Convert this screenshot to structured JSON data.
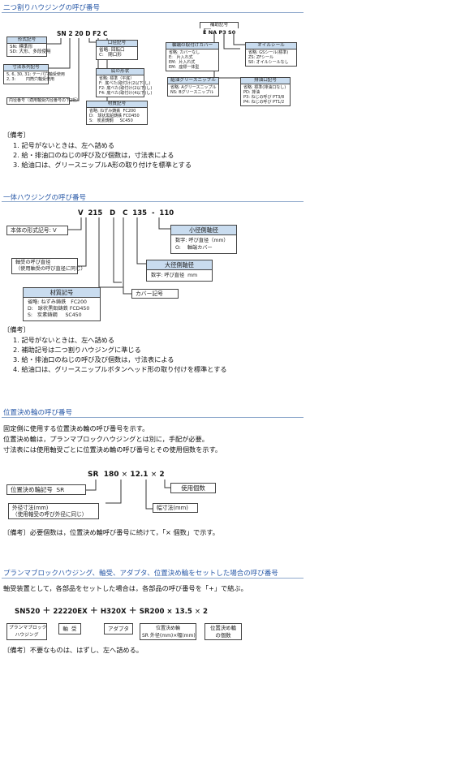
{
  "s1": {
    "title": "二つ割りハウジングの呼び番号",
    "code": [
      "SN",
      "2",
      "20",
      "D",
      "F2",
      "C"
    ],
    "boxes": {
      "type": {
        "hd": "形式記号",
        "bd": "SN: 標準形\nSD: 大形、多段使用"
      },
      "dim": {
        "hd": "寸法系列記号",
        "bd": "5, 6, 30, 31: テーパ穴軸受使用\n2, 3:        円筒穴軸受使用"
      },
      "bore": {
        "hd": "内径番号（適用軸受内径番号の下2桁）"
      },
      "mouth": {
        "hd": "口径記号",
        "bd": "省略: 回転口\nC:   閉口形"
      },
      "bottom": {
        "hd": "底の形状",
        "bd": "省略: 標準（平底）\nF:  底ベた(取付け(2以下)し)\nF2: 底ベた(取付け(2以下)し)\nF4: 底ベた(取付け(4以下)し)"
      },
      "material": {
        "hd": "材質記号",
        "bd": "省略: ねずみ鋳鉄  FC200\nD:   球状黒鉛鋳鉄 FCD450\nS:   炭素鋳鋼     SC450"
      },
      "cover": {
        "hd": "軸端の取付けカバー",
        "bd": "省略: カバーなし\nE:   片入れ式\nEM:  片入れ式\nEM:  座標一体型"
      },
      "grease": {
        "hd": "給油グリースニップル",
        "bd": "省略: Aグリースニップル\nNS: Bグリースニップル"
      },
      "aux": {
        "hd": "補助記号",
        "code": [
          "E",
          "NA",
          "P3",
          "S0"
        ]
      },
      "seal": {
        "hd": "オイルシール",
        "bd": "省略: GSシール(標準)\nZS: ZFシール\nS0: オイルシールなし"
      },
      "drain": {
        "hd": "排油口記号",
        "bd": "省略: 標準(排油口なし)\nPD: 排油\nP3: ねじの呼び PT3/8\nP4: ねじの呼び PT1/2"
      }
    },
    "notes": [
      "〔備考〕",
      "1. 記号がないときは、左へ詰める",
      "2. 給・排油口のねじの呼び及び個数は，寸法表による",
      "3. 給油口は、グリースニップルA形の取り付けを標準とする"
    ]
  },
  "s2": {
    "title": "一体ハウジングの呼び番号",
    "code": [
      "V",
      "215",
      "D",
      "C",
      "135",
      "-",
      "110"
    ],
    "boxes": {
      "small": {
        "hd": "小径側軸径",
        "bd": "数字: 呼び直径（mm）\nO:    軸端カバー"
      },
      "large": {
        "hd": "大径側軸径",
        "bd": "数字: 呼び直径  mm"
      },
      "cover": "カバー記号",
      "type": "本体の形式記号: V",
      "bearing": "軸受の呼び直径\n（使用軸受の呼び直径に同じ）",
      "material": {
        "hd": "材質記号",
        "bd": "省略: ねずみ鋳鉄   FC200\nD:   球状黒鉛鋳鉄 FCD450\nS:   炭素鋳鋼     SC450"
      }
    },
    "notes": [
      "〔備考〕",
      "1. 記号がないときは、左へ詰める",
      "2. 補助記号は二つ割りハウジングに準じる",
      "3. 給・排油口のねじの呼び及び個数は，寸法表による",
      "4. 給油口は、グリースニップルボタンヘッド形の取り付けを標準とする"
    ]
  },
  "s3": {
    "title": "位置決め輪の呼び番号",
    "intro": [
      "固定側に使用する位置決め輪の呼び番号を示す。",
      "位置決め輪は，プランマブロックハウジングとは別に，手配が必要。",
      "寸法表には使用軸受ごとに位置決め輪の呼び番号とその使用個数を示す。"
    ],
    "code": [
      "SR",
      "180",
      "×",
      "12.1",
      "×",
      "2"
    ],
    "boxes": {
      "sr": "位置決め輪記号  SR",
      "od": "外径寸法(mm)\n（使用軸受の呼び外径に同じ）",
      "width": "幅寸法(mm)",
      "count": "使用個数"
    },
    "note": "〔備考〕必要個数は，位置決め輪呼び番号に続けて，「× 個数」で示す。"
  },
  "s4": {
    "title": "プランマブロックハウジング、軸受、アダプタ、位置決め輪をセットした場合の呼び番号",
    "intro": "軸受装置として，各部品をセットした場合は，各部品の呼び番号を「+」で結ぶ。",
    "code": [
      "SN520",
      "+",
      "22220EX",
      "+",
      "H320X",
      "+",
      "SR200 × 13.5",
      "×",
      "2"
    ],
    "labels": [
      "プランマブロック\nハウジング",
      "軸  受",
      "アダプタ",
      "位置決め輪\nSR 外径(mm)×幅(mm)",
      "位置決め輪\nの個数"
    ],
    "note": "〔備考〕不要なものは、はずし、左へ詰める。"
  }
}
